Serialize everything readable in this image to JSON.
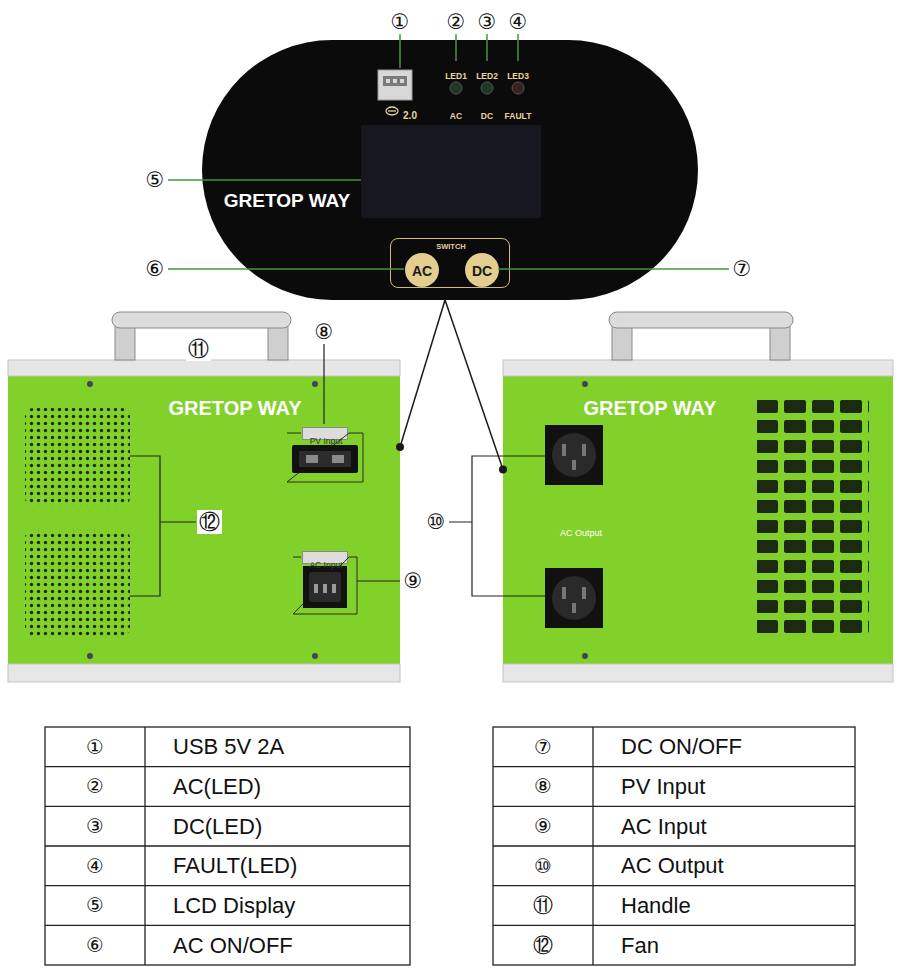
{
  "diagram": {
    "nodes": [
      {
        "text": [
          "2.0",
          "LED1",
          "LED2",
          "LED3",
          "AC",
          "DC",
          "FAULT",
          "GRETOP WAY"
        ]
      },
      {
        "text": [
          "SWITCH"
        ],
        "in": 0
      },
      {
        "text": [
          "AC"
        ],
        "in": 1
      },
      {
        "text": [
          "DC"
        ],
        "in": 1
      },
      {
        "text": [
          "GRETOP WAY"
        ]
      },
      {
        "text": [
          "PV Input"
        ],
        "in": 4
      },
      {
        "text": [
          "AC Input"
        ],
        "in": 4
      },
      {
        "text": [
          "GRETOP WAY",
          "AC Output"
        ]
      }
    ],
    "edges": [
      {
        "from": 0,
        "to": 4,
        "arrow": "none"
      },
      {
        "from": 0,
        "to": 7,
        "arrow": "none"
      }
    ],
    "labels": [
      "①",
      "②",
      "③",
      "④",
      "⑤",
      "⑥",
      "⑦",
      "⑧",
      "⑪",
      "⑫",
      "⑩",
      "⑨",
      "①",
      "USB 5V 2A",
      "②",
      "AC(LED)",
      "③",
      "DC(LED)",
      "④",
      "FAULT(LED)",
      "⑤",
      "LCD Display",
      "⑥",
      "AC ON/OFF",
      "⑦",
      "DC ON/OFF",
      "⑧",
      "PV Input",
      "⑨",
      "AC Input",
      "⑩",
      "AC Output",
      "⑪",
      "Handle",
      "⑫",
      "Fan"
    ]
  }
}
